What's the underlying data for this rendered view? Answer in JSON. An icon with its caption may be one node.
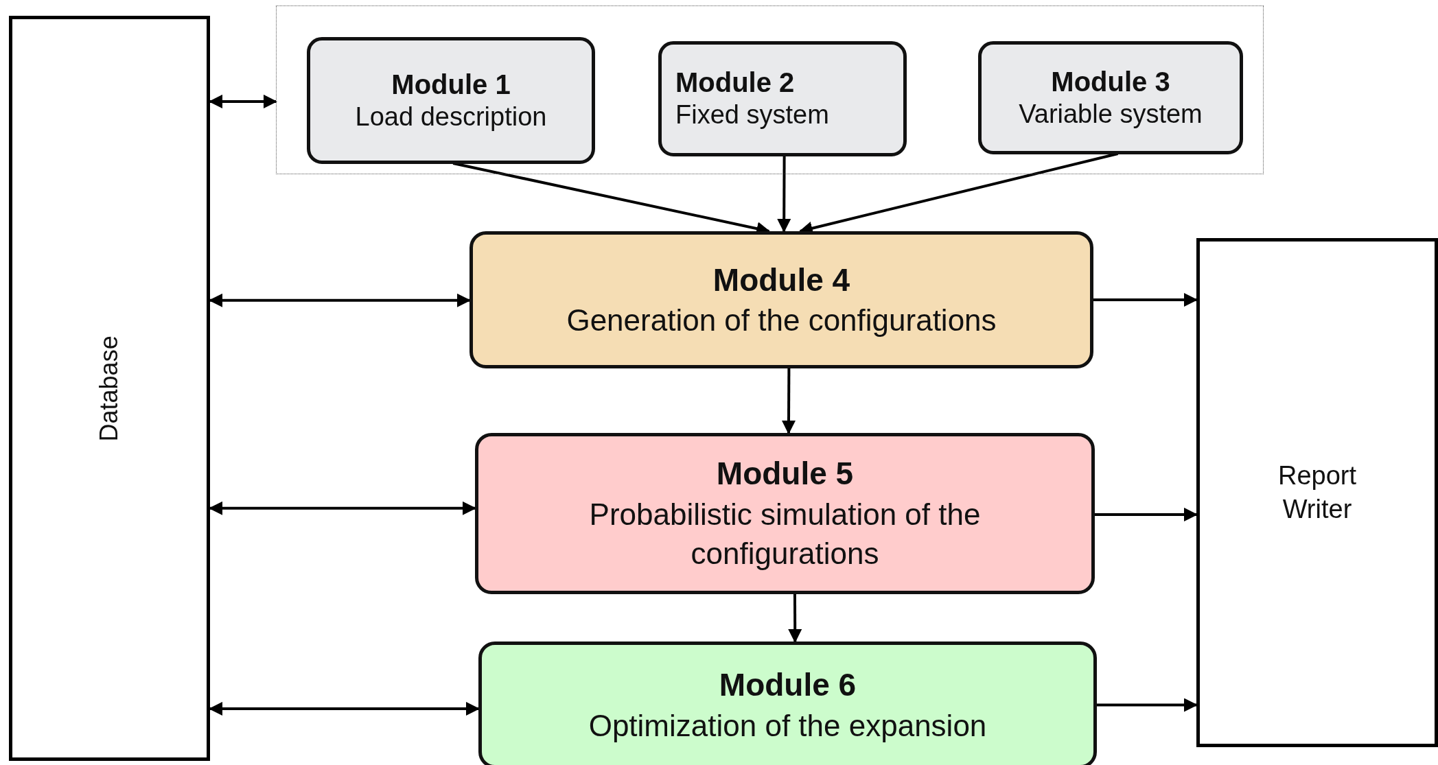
{
  "diagram": {
    "nodes": [
      {
        "text": [
          "Database"
        ]
      },
      {
        "text": [],
        "shape": "box"
      },
      {
        "text": [
          "Module 1",
          "Load description"
        ],
        "in": 1
      },
      {
        "text": [
          "Module 2",
          "Fixed system"
        ],
        "in": 1
      },
      {
        "text": [
          "Module 3",
          "Variable system"
        ],
        "in": 1
      },
      {
        "text": [
          "Module 4",
          "Generation of the configurations"
        ]
      },
      {
        "text": [
          "Module 5",
          "Probabilistic simulation of the configurations"
        ]
      },
      {
        "text": [
          "Module 6",
          "Optimization of the expansion"
        ]
      },
      {
        "text": [
          "Report Writer"
        ]
      }
    ],
    "edges": [
      {
        "from": 0,
        "to": 1,
        "arrow": "both"
      },
      {
        "from": 2,
        "to": 5,
        "arrow": "to"
      },
      {
        "from": 3,
        "to": 5,
        "arrow": "to"
      },
      {
        "from": 4,
        "to": 5,
        "arrow": "to"
      },
      {
        "from": 0,
        "to": 5,
        "arrow": "both"
      },
      {
        "from": 0,
        "to": 6,
        "arrow": "both"
      },
      {
        "from": 0,
        "to": 7,
        "arrow": "both"
      },
      {
        "from": 5,
        "to": 8,
        "arrow": "to"
      },
      {
        "from": 6,
        "to": 8,
        "arrow": "to"
      },
      {
        "from": 7,
        "to": 8,
        "arrow": "to"
      },
      {
        "from": 5,
        "to": 6,
        "arrow": "to"
      },
      {
        "from": 6,
        "to": 7,
        "arrow": "to"
      }
    ]
  }
}
